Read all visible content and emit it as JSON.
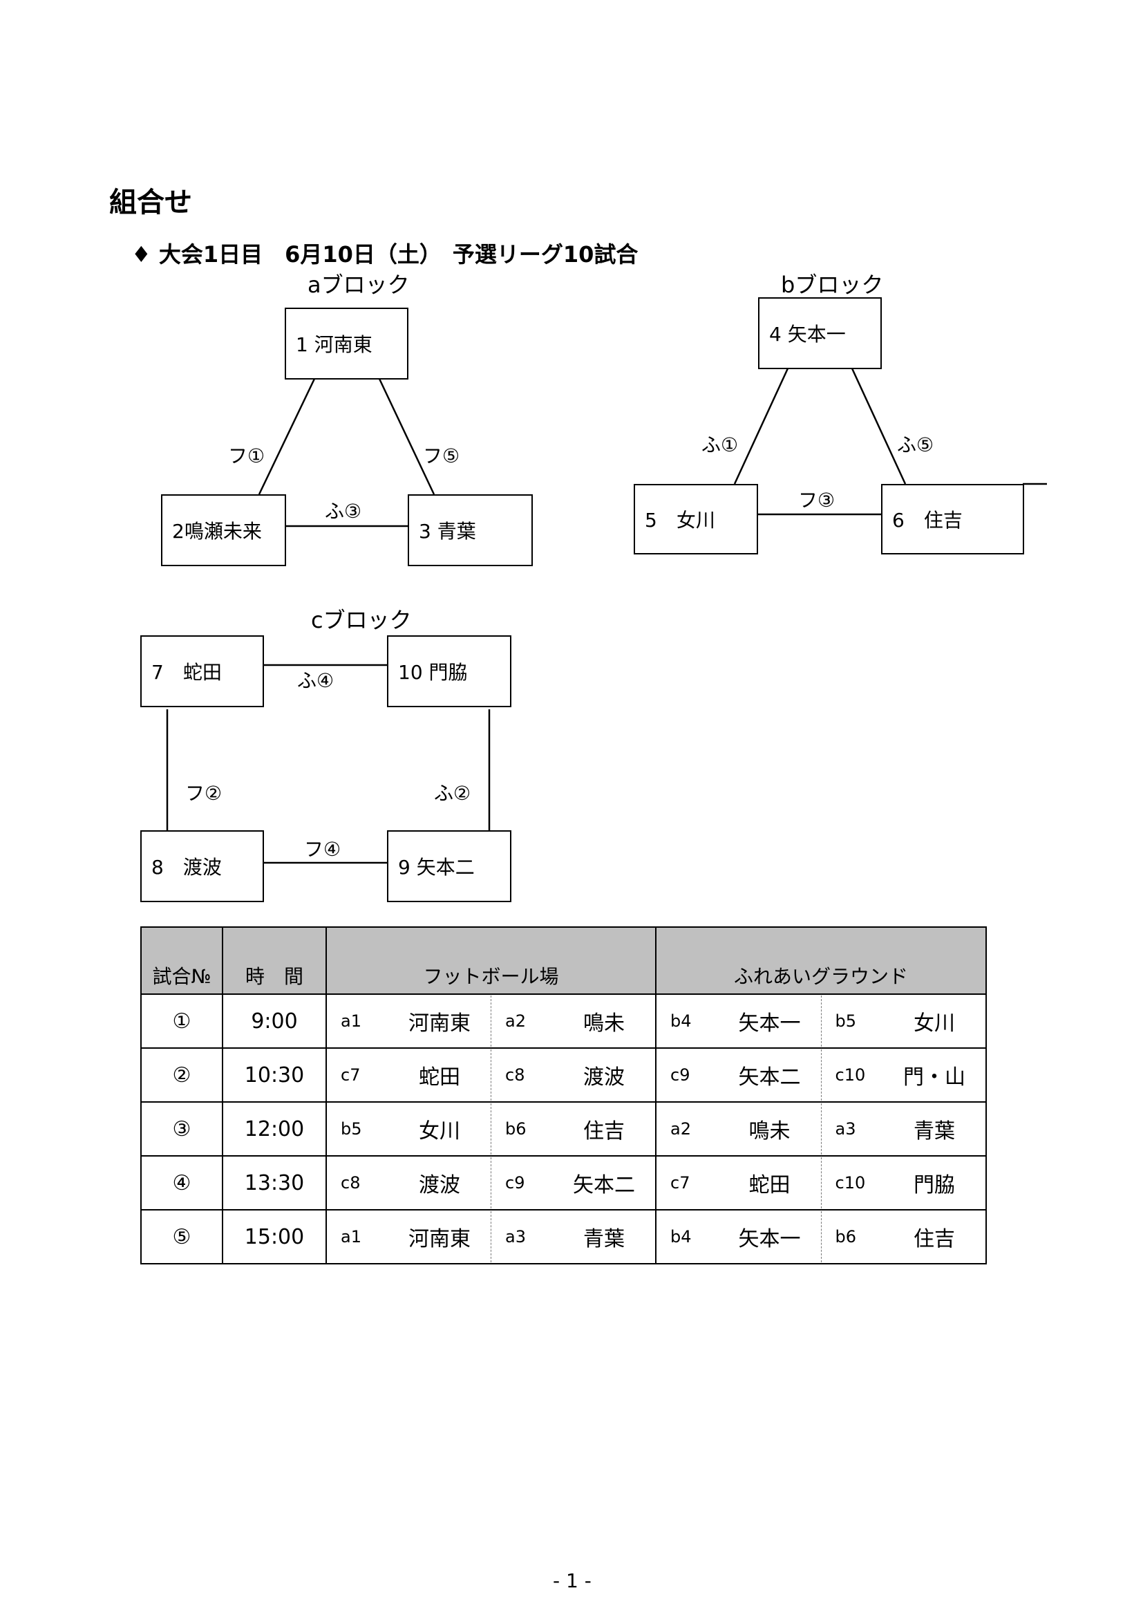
{
  "title": "組合せ",
  "subtitle": "♦ 大会1日目　6月10日（土）　予選リーグ10試合",
  "blocks": {
    "a": {
      "label": "aブロック",
      "teams": [
        "1 河南東",
        "2鳴瀬未来",
        "3 青葉"
      ],
      "matches": [
        "フ①",
        "フ⑤",
        "ふ③"
      ]
    },
    "b": {
      "label": "bブロック",
      "teams": [
        "4 矢本一",
        "5　女川",
        "6　住吉"
      ],
      "matches": [
        "ふ①",
        "ふ⑤",
        "フ③"
      ]
    },
    "c": {
      "label": "cブロック",
      "teams": [
        "7　蛇田",
        "10 門脇",
        "8　渡波",
        "9 矢本二"
      ],
      "matches": [
        "ふ④",
        "フ②",
        "ふ②",
        "フ④"
      ]
    }
  },
  "schedule": {
    "headers": [
      "試合№",
      "時　間",
      "フットボール場",
      "ふれあいグラウンド"
    ],
    "rows": [
      {
        "no": "①",
        "time": "9:00",
        "f": [
          [
            "a1",
            "河南東"
          ],
          [
            "a2",
            "鳴未"
          ]
        ],
        "g": [
          [
            "b4",
            "矢本一"
          ],
          [
            "b5",
            "女川"
          ]
        ]
      },
      {
        "no": "②",
        "time": "10:30",
        "f": [
          [
            "c7",
            "蛇田"
          ],
          [
            "c8",
            "渡波"
          ]
        ],
        "g": [
          [
            "c9",
            "矢本二"
          ],
          [
            "c10",
            "門・山"
          ]
        ]
      },
      {
        "no": "③",
        "time": "12:00",
        "f": [
          [
            "b5",
            "女川"
          ],
          [
            "b6",
            "住吉"
          ]
        ],
        "g": [
          [
            "a2",
            "鳴未"
          ],
          [
            "a3",
            "青葉"
          ]
        ]
      },
      {
        "no": "④",
        "time": "13:30",
        "f": [
          [
            "c8",
            "渡波"
          ],
          [
            "c9",
            "矢本二"
          ]
        ],
        "g": [
          [
            "c7",
            "蛇田"
          ],
          [
            "c10",
            "門脇"
          ]
        ]
      },
      {
        "no": "⑤",
        "time": "15:00",
        "f": [
          [
            "a1",
            "河南東"
          ],
          [
            "a3",
            "青葉"
          ]
        ],
        "g": [
          [
            "b4",
            "矢本一"
          ],
          [
            "b6",
            "住吉"
          ]
        ]
      }
    ]
  },
  "page_number": "- 1 -"
}
